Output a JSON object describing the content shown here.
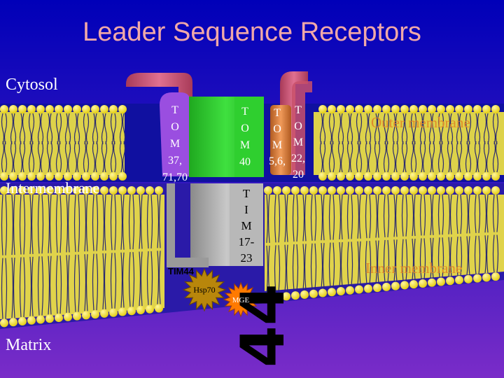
{
  "title": "Leader Sequence Receptors",
  "labels": {
    "cytosol": "Cytosol",
    "intermembrane": "Intermembrane",
    "matrix": "Matrix",
    "outer_membrane": "Outer membrane",
    "inner_membrane": "Inner membrane"
  },
  "proteins": {
    "tom37_70": [
      "T",
      "O",
      "M",
      "37,",
      "71,70"
    ],
    "tom40": [
      "T",
      "O",
      "M",
      "40"
    ],
    "tom5_6": [
      "T",
      "O",
      "M",
      "5,6,"
    ],
    "tom22_20": [
      "T",
      "O",
      "M",
      "22,",
      "20"
    ],
    "tim17_23": [
      "T",
      "I",
      "M",
      "17-",
      "23"
    ],
    "tim44": "TIM44",
    "hsp70": "Hsp70",
    "mge": "MGE"
  },
  "colors": {
    "background_top": "#0000B8",
    "background_bottom": "#7A2CC8",
    "title": "#F0A8A8",
    "membrane": "#F4E840",
    "lipid_tail": "#2A2A70",
    "tom20_receptor": "#C8506A",
    "tom70_receptor": "#9A4EE0",
    "tom40_channel": "#2FCF2F",
    "tim_channel": "#B8B8B8",
    "tom22": "#D87A3A",
    "hsp70_star": "#B8860B",
    "mge_star": "#FF7A00"
  }
}
